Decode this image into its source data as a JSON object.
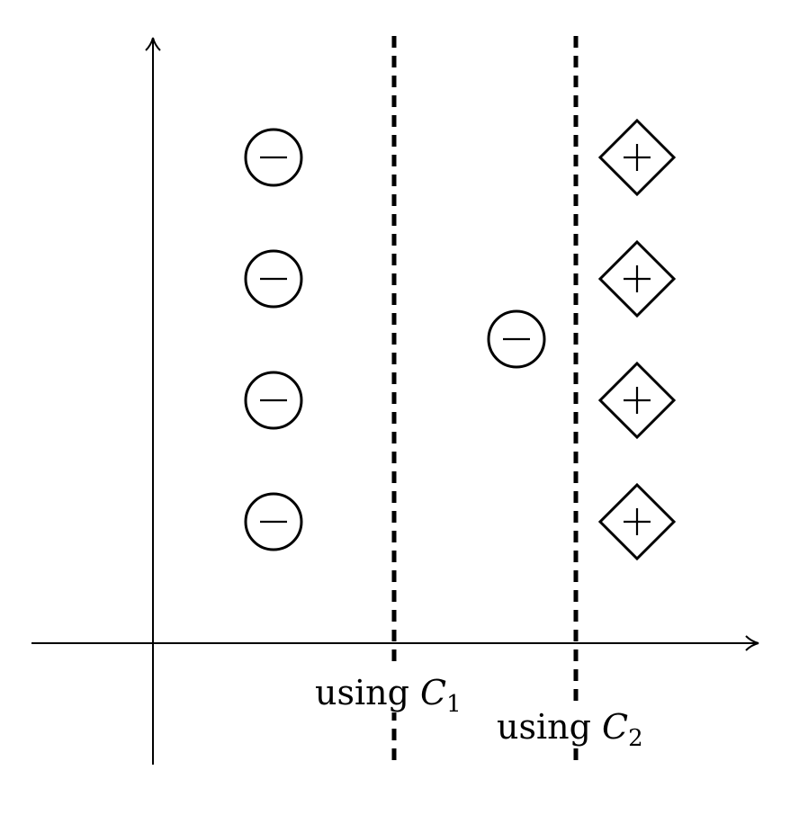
{
  "diagram": {
    "boundaries": [
      {
        "word": "using",
        "var": "C",
        "sub": "1"
      },
      {
        "word": "using",
        "var": "C",
        "sub": "2"
      }
    ],
    "negative_symbol": "−",
    "positive_symbol": "+",
    "colors": {
      "ink": "#000000",
      "background": "#ffffff"
    }
  }
}
